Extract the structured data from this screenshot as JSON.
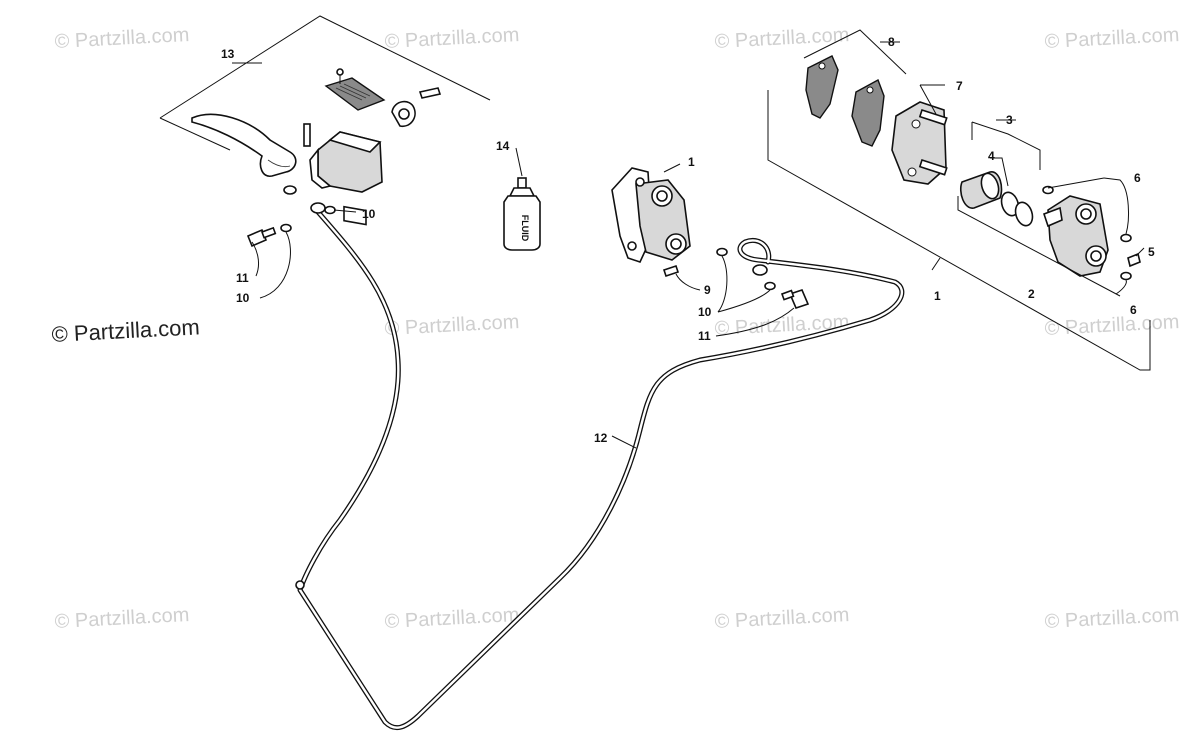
{
  "watermark": {
    "text": "© Partzilla.com",
    "main_text": "© Partzilla.com"
  },
  "callouts": {
    "c1a": "1",
    "c1b": "1",
    "c2": "2",
    "c3": "3",
    "c4": "4",
    "c5": "5",
    "c6a": "6",
    "c6b": "6",
    "c7": "7",
    "c8": "8",
    "c9": "9",
    "c10a": "10",
    "c10b": "10",
    "c10c": "10",
    "c11a": "11",
    "c11b": "11",
    "c12": "12",
    "c13": "13",
    "c14": "14"
  },
  "bottle": {
    "label": "FLUID"
  }
}
